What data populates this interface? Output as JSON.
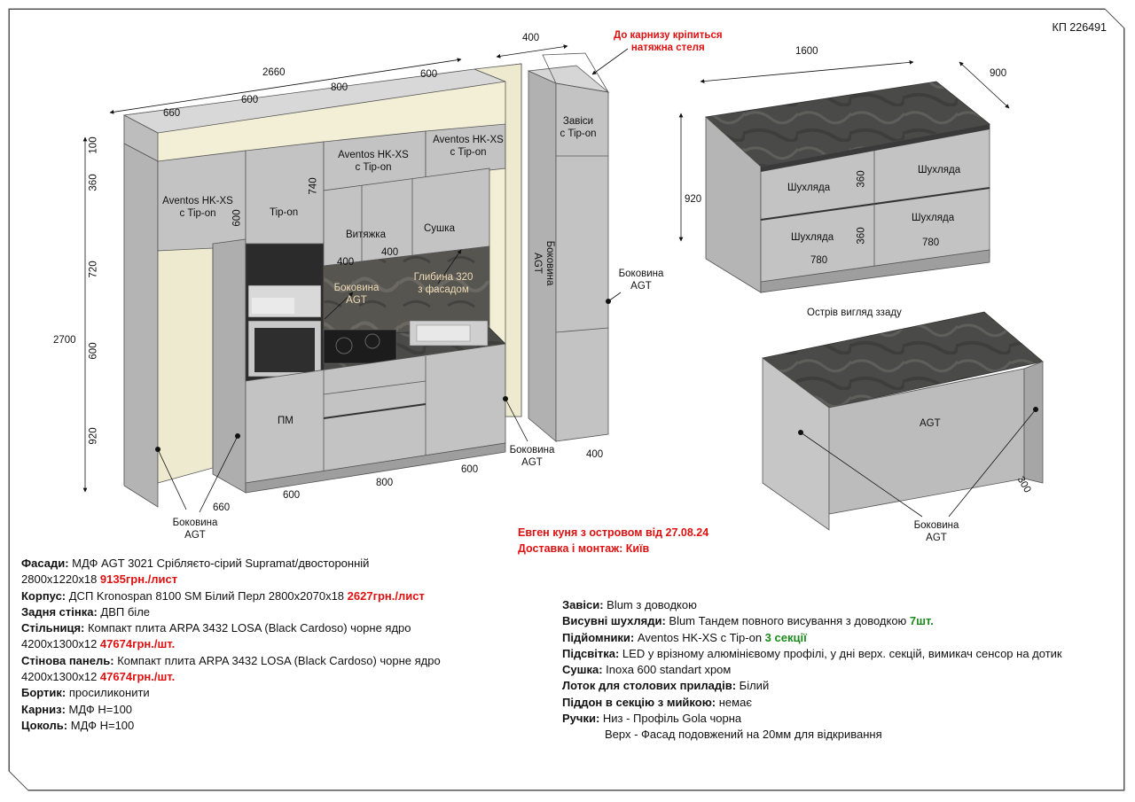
{
  "doc_code": "КП 226491",
  "ceiling_note": [
    "До карнизу кріпиться",
    "натяжна стеля"
  ],
  "kitchen": {
    "dims_top": {
      "total": "2660",
      "d660": "660",
      "d600a": "600",
      "d800": "800",
      "d600b": "600",
      "d400": "400"
    },
    "dims_left": {
      "d100": "100",
      "d360": "360",
      "d720": "720",
      "d600": "600",
      "d920": "920",
      "total": "2700"
    },
    "dims_bottom": {
      "d600": "600",
      "d800": "800",
      "d600b": "600",
      "d660": "660",
      "d400": "400"
    },
    "labels": {
      "aventos_left": [
        "Aventos HK-XS",
        "с Tip-on"
      ],
      "aventos_mid": [
        "Aventos HK-XS",
        "с Tip-on"
      ],
      "aventos_right": [
        "Aventos HK-XS",
        "с Tip-on"
      ],
      "tip_on": "Tip-on",
      "d600_side": "600",
      "d740": "740",
      "hood": "Витяжка",
      "dryer": "Сушка",
      "d400a": "400",
      "d400b": "400",
      "side_agt_inner": [
        "Боковина",
        "AGT"
      ],
      "depth": [
        "Глибина 320",
        "з фасадом"
      ],
      "pm": "ПМ",
      "hinges": [
        "Завіси",
        "с Tip-on"
      ],
      "side_agt_vertical": [
        "Боковина",
        "AGT"
      ],
      "side_agt_right": [
        "Боковина",
        "AGT"
      ],
      "side_agt_bottom": [
        "Боковина",
        "AGT"
      ],
      "side_agt_left": [
        "Боковина",
        "AGT"
      ]
    }
  },
  "island_front": {
    "d1600": "1600",
    "d900": "900",
    "d920": "920",
    "drawer_label": "Шухляда",
    "d360a": "360",
    "d360b": "360",
    "d780a": "780",
    "d780b": "780"
  },
  "island_back": {
    "caption": "Острів вигляд ззаду",
    "agt": "AGT",
    "d300": "300",
    "side_agt": [
      "Боковина",
      "AGT"
    ]
  },
  "title_block": [
    "Евген куня з островом від 27.08.24",
    "Доставка і монтаж: Київ"
  ],
  "specs_left": [
    {
      "key": "Фасади:",
      "text": " МДФ AGT 3021 Срібляєто-сірий Supramat/двосторонній",
      "price": ""
    },
    {
      "key": "",
      "text": "2800х1220х18 ",
      "price": "9135грн./лист"
    },
    {
      "key": "Корпус:",
      "text": " ДСП Kronospan 8100 SM Білий Перл 2800х2070х18 ",
      "price": "2627грн./лист"
    },
    {
      "key": "Задня стінка:",
      "text": " ДВП біле",
      "price": ""
    },
    {
      "key": "Стільниця:",
      "text": " Компакт плита ARPA 3432 LOSA (Black Cardoso) чорне ядро",
      "price": ""
    },
    {
      "key": "",
      "text": "4200х1300х12 ",
      "price": "47674грн./шт."
    },
    {
      "key": "Стінова панель:",
      "text": " Компакт плита ARPA 3432 LOSA (Black Cardoso) чорне ядро",
      "price": ""
    },
    {
      "key": "",
      "text": "4200х1300х12 ",
      "price": "47674грн./шт."
    },
    {
      "key": "Бортик:",
      "text": " просиликонити",
      "price": ""
    },
    {
      "key": "Карниз:",
      "text": " МДФ Н=100",
      "price": ""
    },
    {
      "key": "Цоколь:",
      "text": " МДФ Н=100",
      "price": ""
    }
  ],
  "specs_right": [
    {
      "key": "Завіси:",
      "text": " Blum з доводкою",
      "extra": ""
    },
    {
      "key": "Висувні шухляди:",
      "text": " Blum Тандем повного висування з доводкою ",
      "extra": "7шт."
    },
    {
      "key": "Підйомники:",
      "text": " Aventos HK-XS с Tip-on ",
      "extra": "3 секції"
    },
    {
      "key": "Підсвітка:",
      "text": " LED у врізному алюмінієвому профілі, у дні верх. секцій, вимикач сенсор на дотик",
      "extra": ""
    },
    {
      "key": "Сушка:",
      "text": " Inoxa 600 standart хром",
      "extra": ""
    },
    {
      "key": "Лоток для столових приладів:",
      "text": " Білий",
      "extra": ""
    },
    {
      "key": "Піддон в секцію з мийкою:",
      "text": " немає",
      "extra": ""
    },
    {
      "key": "Ручки:",
      "text": " Низ - Профіль Gola чорна",
      "extra": ""
    },
    {
      "key": "",
      "text": "Верх - Фасад подовжений на 20мм для відкривання",
      "extra": ""
    }
  ],
  "colors": {
    "facade": "#c3c3c3",
    "wall": "#f2efd6",
    "countertop": "#4a4a48",
    "red_text": "#e01010",
    "green_text": "#1b8a1b"
  }
}
